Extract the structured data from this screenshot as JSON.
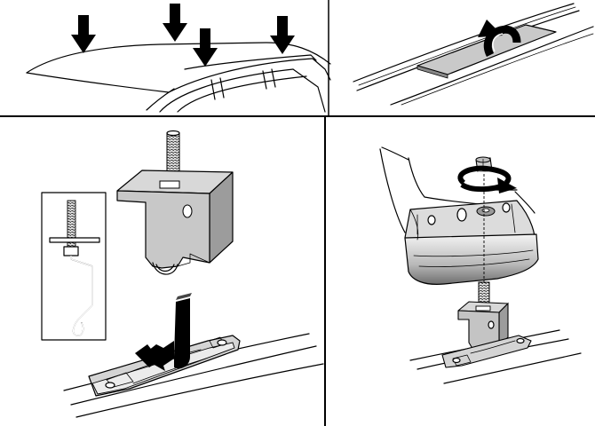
{
  "colors": {
    "ink": "#000000",
    "paper": "#ffffff",
    "metal_light": "#d6d6d6",
    "metal_mid": "#b4b4b4",
    "metal_dark": "#7a7a7a",
    "pad_fill": "#c9c9c9",
    "divider": "#000000"
  },
  "panels": [
    {
      "id": "panel-1",
      "icon": "roof-placement-arrows"
    },
    {
      "id": "panel-2",
      "icon": "rail-pad-wrap"
    },
    {
      "id": "panel-3",
      "icon": "bracket-and-strap-insertion"
    },
    {
      "id": "panel-4",
      "icon": "foot-bolt-tightening"
    }
  ]
}
